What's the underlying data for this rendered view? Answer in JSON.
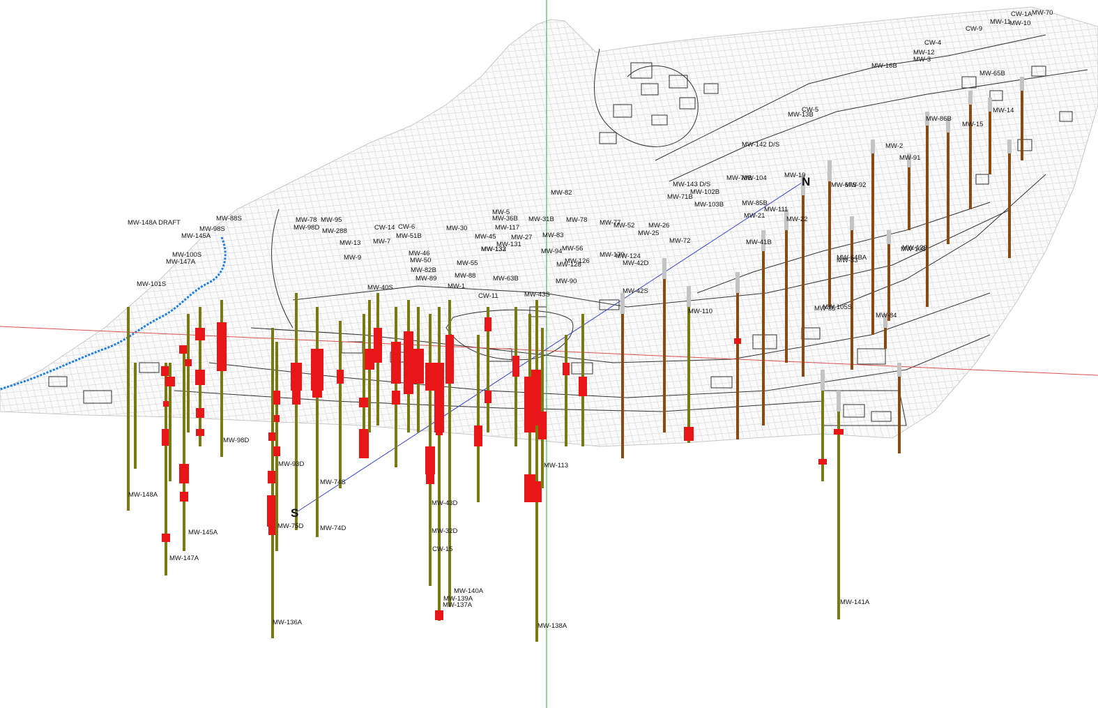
{
  "scene": {
    "colors": {
      "background": "#ffffff",
      "terrain_mesh": "#c8c8c8",
      "site_features": "#333333",
      "creek": "#1e7fe0",
      "axis_x": "#e05050",
      "axis_y": "#2ea84a",
      "cross_section_line": "#3a46c8",
      "well_casing_olive": "#7a7a12",
      "well_casing_brown": "#8b4a14",
      "well_riser": "#c4c4c4",
      "contamination": "#e81616"
    },
    "compass": {
      "north": "N",
      "south": "S"
    },
    "terrain_labels": [
      "MW-148A DRAFT",
      "MW-88S",
      "MW-98S",
      "MW-145A",
      "MW-100S",
      "MW-147A",
      "MW-101S",
      "MW-78",
      "MW-95",
      "MW-98D",
      "MW-288",
      "CW-14",
      "CW-6",
      "MW-30",
      "MW-5",
      "MW-36B",
      "MW-31B",
      "MW-78",
      "MW-77",
      "MW-52",
      "MW-26",
      "MW-25",
      "MW-117",
      "MW-83",
      "MW-7",
      "MW-13",
      "MW-51B",
      "MW-45",
      "MW-27",
      "MW-131",
      "MW-132",
      "MW-133",
      "MW-46",
      "MW-50",
      "MW-9",
      "MW-82B",
      "MW-89",
      "MW-88",
      "MW-55",
      "MW-63B",
      "MW-40S",
      "MW-1",
      "MW-94",
      "MW-56",
      "MW-126",
      "MW-128",
      "MW-179",
      "MW-124",
      "MW-42D",
      "MW-90",
      "MW-42S",
      "CW-11",
      "MW-43S",
      "MW-82",
      "MW-72",
      "MW-85",
      "MW-33",
      "MW-3",
      "MW-12",
      "MW-11",
      "MW-10",
      "CW-4",
      "CW-1A",
      "MW-70",
      "CW-9",
      "MW-16B",
      "CW-5",
      "MW-13B",
      "MW-65B",
      "MW-14",
      "MW-15",
      "MW-86B",
      "MW-2",
      "MW-91",
      "MW-142 D/S",
      "MW-143 D/S",
      "MW-102B",
      "MW-71B",
      "MW-103B",
      "MW-104",
      "MW-19",
      "MW-70B",
      "MW-111",
      "MW-21",
      "MW-22",
      "MW-67S",
      "MW-92",
      "MW-85B",
      "MW-41B",
      "MW-108",
      "MW-64BA",
      "MW-110",
      "MW-105S",
      "MW-84",
      "MW-129"
    ],
    "well_labels": [
      {
        "id": "MW-98D"
      },
      {
        "id": "MW-93D"
      },
      {
        "id": "MW-74S"
      },
      {
        "id": "MW-148A"
      },
      {
        "id": "MW-75D"
      },
      {
        "id": "MW-74D"
      },
      {
        "id": "MW-145A"
      },
      {
        "id": "MW-147A"
      },
      {
        "id": "MW-43D"
      },
      {
        "id": "MW-32D"
      },
      {
        "id": "CW-15"
      },
      {
        "id": "MW-113"
      },
      {
        "id": "MW-140A"
      },
      {
        "id": "MW-139A"
      },
      {
        "id": "MW-137A"
      },
      {
        "id": "MW-136A"
      },
      {
        "id": "MW-138A"
      },
      {
        "id": "MW-141A"
      }
    ]
  }
}
